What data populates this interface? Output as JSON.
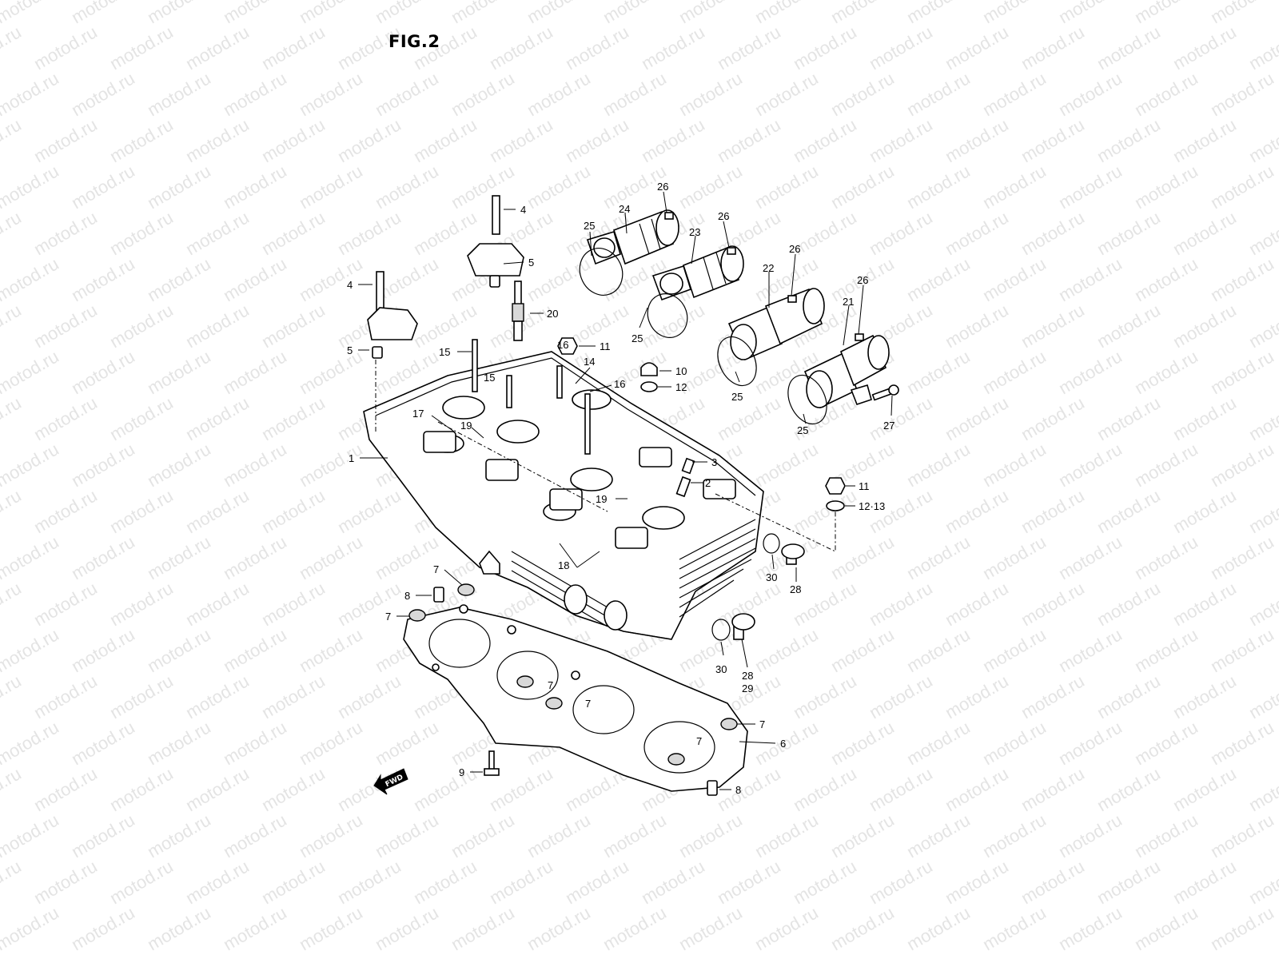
{
  "figure_label": "FIG.2",
  "watermark_text": "motod.ru",
  "fwd_label": "FWD",
  "callouts": [
    {
      "id": "c1",
      "label": "1"
    },
    {
      "id": "c2",
      "label": "2"
    },
    {
      "id": "c3",
      "label": "3"
    },
    {
      "id": "c4a",
      "label": "4"
    },
    {
      "id": "c4b",
      "label": "4"
    },
    {
      "id": "c5a",
      "label": "5"
    },
    {
      "id": "c5b",
      "label": "5"
    },
    {
      "id": "c6",
      "label": "6"
    },
    {
      "id": "c7a",
      "label": "7"
    },
    {
      "id": "c7b",
      "label": "7"
    },
    {
      "id": "c7c",
      "label": "7"
    },
    {
      "id": "c7d",
      "label": "7"
    },
    {
      "id": "c7e",
      "label": "7"
    },
    {
      "id": "c7f",
      "label": "7"
    },
    {
      "id": "c8a",
      "label": "8"
    },
    {
      "id": "c8b",
      "label": "8"
    },
    {
      "id": "c9",
      "label": "9"
    },
    {
      "id": "c10",
      "label": "10"
    },
    {
      "id": "c11a",
      "label": "11"
    },
    {
      "id": "c11b",
      "label": "11"
    },
    {
      "id": "c12a",
      "label": "12"
    },
    {
      "id": "c1213",
      "label": "12·13"
    },
    {
      "id": "c14",
      "label": "14"
    },
    {
      "id": "c15a",
      "label": "15"
    },
    {
      "id": "c15b",
      "label": "15"
    },
    {
      "id": "c16a",
      "label": "16"
    },
    {
      "id": "c16b",
      "label": "16"
    },
    {
      "id": "c17",
      "label": "17"
    },
    {
      "id": "c18",
      "label": "18"
    },
    {
      "id": "c19a",
      "label": "19"
    },
    {
      "id": "c19b",
      "label": "19"
    },
    {
      "id": "c20",
      "label": "20"
    },
    {
      "id": "c21",
      "label": "21"
    },
    {
      "id": "c22",
      "label": "22"
    },
    {
      "id": "c23",
      "label": "23"
    },
    {
      "id": "c24",
      "label": "24"
    },
    {
      "id": "c25a",
      "label": "25"
    },
    {
      "id": "c25b",
      "label": "25"
    },
    {
      "id": "c25c",
      "label": "25"
    },
    {
      "id": "c25d",
      "label": "25"
    },
    {
      "id": "c26a",
      "label": "26"
    },
    {
      "id": "c26b",
      "label": "26"
    },
    {
      "id": "c26c",
      "label": "26"
    },
    {
      "id": "c26d",
      "label": "26"
    },
    {
      "id": "c27",
      "label": "27"
    },
    {
      "id": "c28a",
      "label": "28"
    },
    {
      "id": "c2829",
      "label": "28\n29"
    },
    {
      "id": "c30a",
      "label": "30"
    },
    {
      "id": "c30b",
      "label": "30"
    }
  ]
}
